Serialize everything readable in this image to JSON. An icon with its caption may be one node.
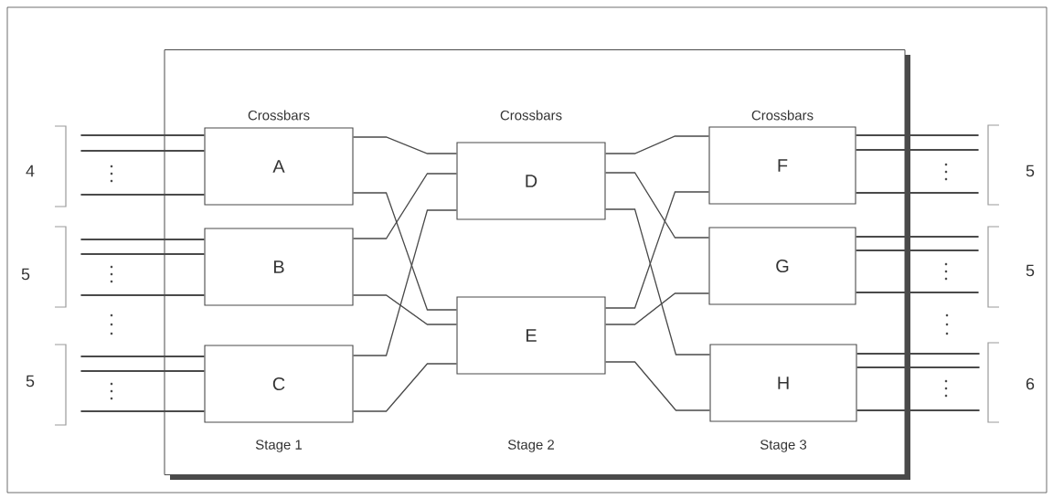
{
  "diagram": {
    "nodes": [
      {
        "text": [],
        "shape": "box"
      },
      {
        "text": [
          "A"
        ],
        "beside": [
          "Crossbars"
        ],
        "in": 0
      },
      {
        "text": [
          "B"
        ],
        "in": 0
      },
      {
        "text": [
          "C"
        ],
        "beside": [
          "Stage 1"
        ],
        "in": 0
      },
      {
        "text": [
          "D"
        ],
        "beside": [
          "Crossbars"
        ],
        "in": 0
      },
      {
        "text": [
          "E"
        ],
        "in": 0
      },
      {
        "text": [
          "F"
        ],
        "beside": [
          "Crossbars"
        ],
        "in": 0
      },
      {
        "text": [
          "G"
        ],
        "in": 0
      },
      {
        "text": [
          "H"
        ],
        "beside": [
          "Stage 3"
        ],
        "in": 0
      }
    ],
    "edges": [
      {
        "from": 1,
        "to": 4,
        "arrow": "none"
      },
      {
        "from": 1,
        "to": 5,
        "arrow": "none"
      },
      {
        "from": 2,
        "to": 4,
        "arrow": "none"
      },
      {
        "from": 2,
        "to": 5,
        "arrow": "none"
      },
      {
        "from": 3,
        "to": 4,
        "arrow": "none"
      },
      {
        "from": 3,
        "to": 5,
        "arrow": "none"
      },
      {
        "from": 4,
        "to": 6,
        "arrow": "none"
      },
      {
        "from": 4,
        "to": 7,
        "arrow": "none"
      },
      {
        "from": 4,
        "to": 8,
        "arrow": "none"
      },
      {
        "from": 5,
        "to": 6,
        "arrow": "none"
      },
      {
        "from": 5,
        "to": 7,
        "arrow": "none"
      },
      {
        "from": 5,
        "to": 8,
        "arrow": "none"
      },
      {
        "from": null,
        "to": 1,
        "arrow": "none"
      },
      {
        "from": null,
        "to": 1,
        "arrow": "none"
      },
      {
        "from": null,
        "to": 1,
        "arrow": "none"
      },
      {
        "from": null,
        "to": 2,
        "arrow": "none"
      },
      {
        "from": null,
        "to": 2,
        "arrow": "none"
      },
      {
        "from": null,
        "to": 2,
        "arrow": "none"
      },
      {
        "from": null,
        "to": 3,
        "arrow": "none"
      },
      {
        "from": null,
        "to": 3,
        "arrow": "none"
      },
      {
        "from": null,
        "to": 3,
        "arrow": "none"
      },
      {
        "from": 6,
        "to": null,
        "arrow": "none"
      },
      {
        "from": 6,
        "to": null,
        "arrow": "none"
      },
      {
        "from": 6,
        "to": null,
        "arrow": "none"
      },
      {
        "from": 7,
        "to": null,
        "arrow": "none"
      },
      {
        "from": 7,
        "to": null,
        "arrow": "none"
      },
      {
        "from": 7,
        "to": null,
        "arrow": "none"
      },
      {
        "from": 8,
        "to": null,
        "arrow": "none"
      },
      {
        "from": 8,
        "to": null,
        "arrow": "none"
      },
      {
        "from": 8,
        "to": null,
        "arrow": "none"
      }
    ],
    "labels": [
      "4",
      "5",
      "5",
      "5",
      "5",
      "6",
      "Stage 2"
    ]
  }
}
